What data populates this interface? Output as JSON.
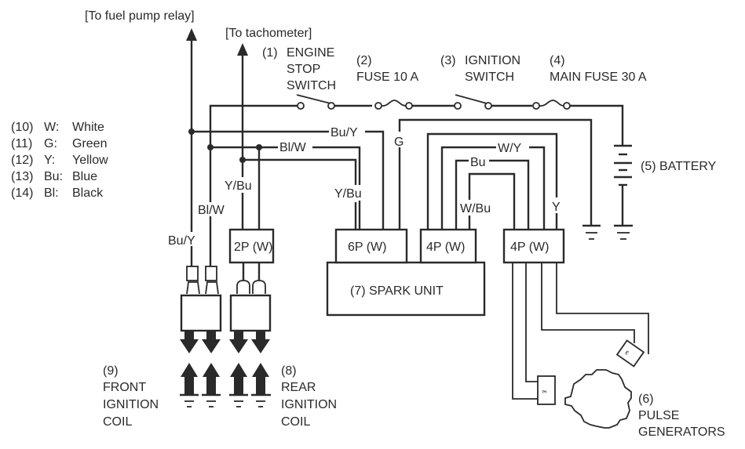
{
  "diagram": {
    "title": "Ignition system wiring diagram",
    "destinations": {
      "fuel_pump_relay": "[To fuel pump relay]",
      "tachometer": "[To tachometer]"
    },
    "components": {
      "engine_stop_switch": {
        "num": "(1)",
        "line1": "ENGINE",
        "line2": "STOP",
        "line3": "SWITCH"
      },
      "fuse_10a": {
        "num": "(2)",
        "line1": "FUSE 10 A"
      },
      "ignition_switch": {
        "num": "(3)",
        "line1": "IGNITION",
        "line2": "SWITCH"
      },
      "main_fuse": {
        "num": "(4)",
        "line1": "MAIN FUSE 30 A"
      },
      "battery": {
        "label": "(5) BATTERY"
      },
      "pulse_generators": {
        "num": "(6)",
        "line1": "PULSE",
        "line2": "GENERATORS"
      },
      "spark_unit": {
        "label": "(7) SPARK UNIT"
      },
      "rear_ignition_coil": {
        "num": "(8)",
        "line1": "REAR",
        "line2": "IGNITION",
        "line3": "COIL"
      },
      "front_ignition_coil": {
        "num": "(9)",
        "line1": "FRONT",
        "line2": "IGNITION",
        "line3": "COIL"
      }
    },
    "connectors": {
      "c2p": "2P (W)",
      "c6p": "6P (W)",
      "c4p_a": "4P (W)",
      "c4p_b": "4P (W)"
    },
    "wire_labels": {
      "bu_y_top": "Bu/Y",
      "g": "G",
      "bl_w_top": "Bl/W",
      "w_y": "W/Y",
      "bu": "Bu",
      "y_bu_left": "Y/Bu",
      "y_bu_right": "Y/Bu",
      "w_bu": "W/Bu",
      "y": "Y",
      "bl_w_left": "Bl/W",
      "bu_y_left": "Bu/Y"
    },
    "legend": [
      {
        "num": "(10)",
        "code": "W:",
        "color": "White"
      },
      {
        "num": "(11)",
        "code": "G:",
        "color": "Green"
      },
      {
        "num": "(12)",
        "code": "Y:",
        "color": "Yellow"
      },
      {
        "num": "(13)",
        "code": "Bu:",
        "color": "Blue"
      },
      {
        "num": "(14)",
        "code": "Bl:",
        "color": "Black"
      }
    ]
  }
}
